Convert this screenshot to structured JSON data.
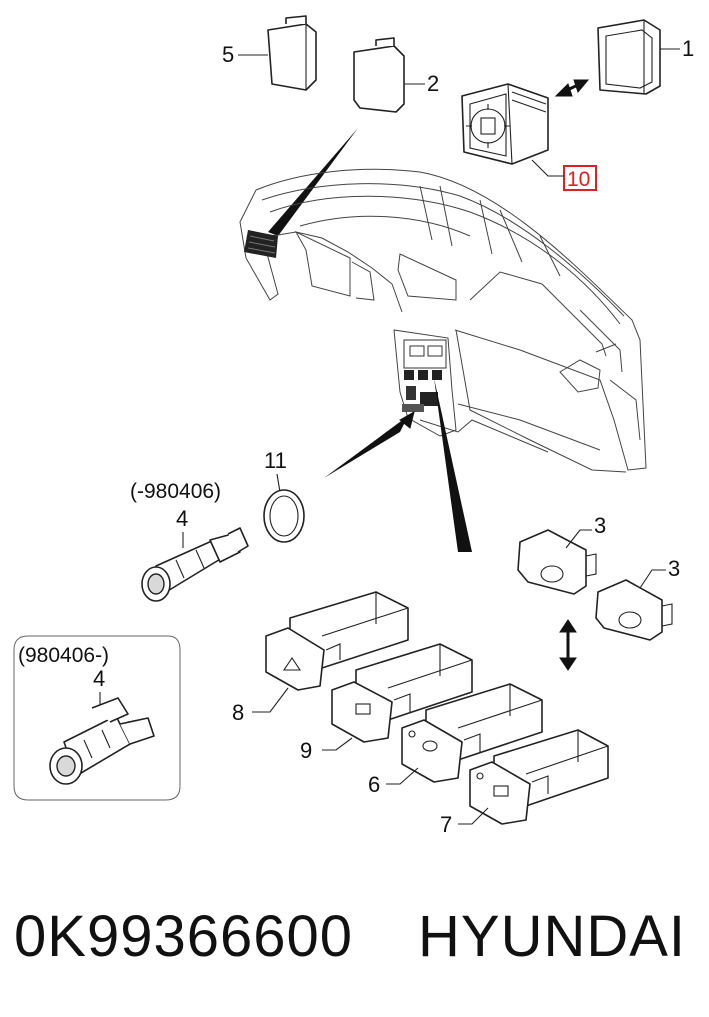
{
  "callouts": {
    "c1": "1",
    "c2": "2",
    "c3a": "3",
    "c3b": "3",
    "c4a": "4",
    "c4b": "4",
    "c5": "5",
    "c6": "6",
    "c7": "7",
    "c8": "8",
    "c9": "9",
    "c10": "10",
    "c11": "11"
  },
  "date_codes": {
    "before": "(-980406)",
    "after": "(980406-)"
  },
  "highlight_color": "#e02020",
  "caption": {
    "part_number": "0K99366600",
    "brand": "HYUNDAI"
  }
}
